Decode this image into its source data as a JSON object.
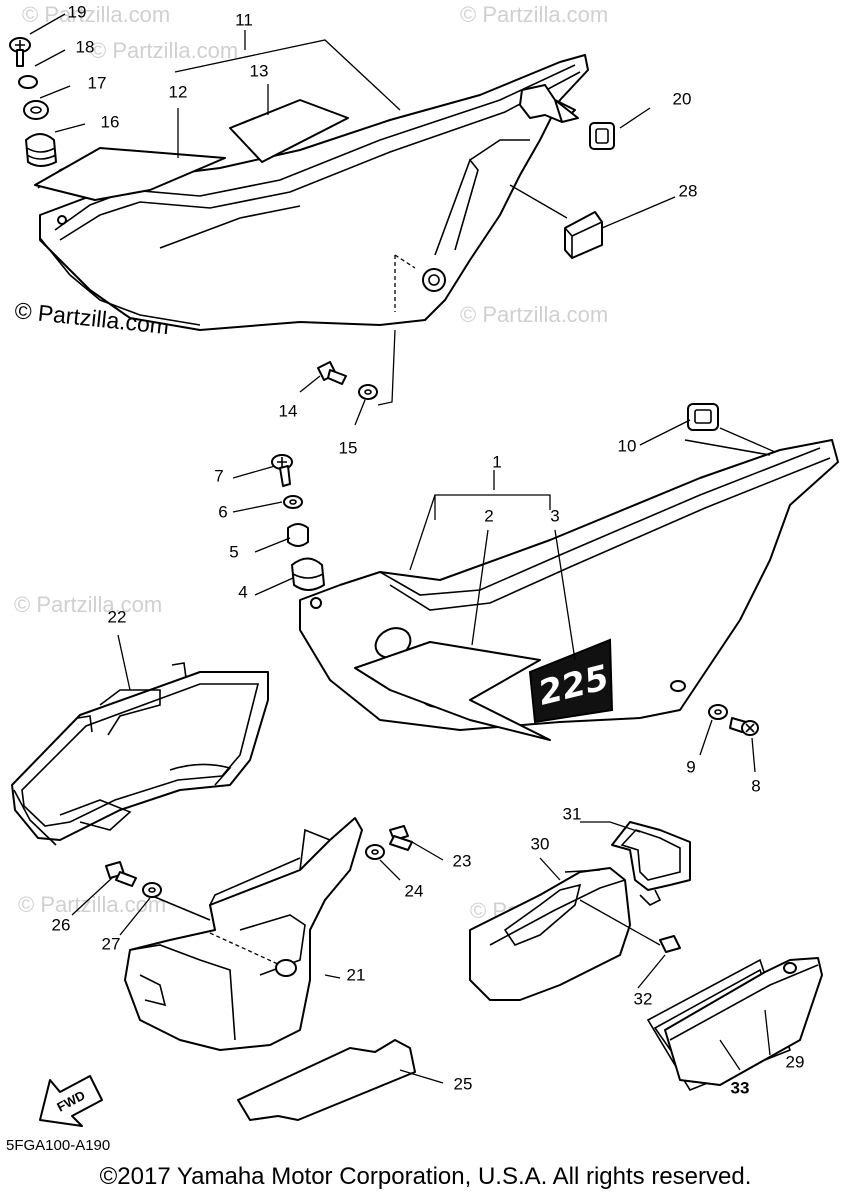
{
  "watermark": {
    "text": "© Partzilla.com"
  },
  "decal_text": "225",
  "fwd_label": "FWD",
  "diagram_code": "5FGA100-A190",
  "copyright": "©2017  Yamaha Motor Corporation, U.S.A. All rights reserved.",
  "callouts": [
    {
      "id": "19",
      "label": "19",
      "bold": false
    },
    {
      "id": "18",
      "label": "18",
      "bold": false
    },
    {
      "id": "17",
      "label": "17",
      "bold": false
    },
    {
      "id": "16",
      "label": "16",
      "bold": false
    },
    {
      "id": "11",
      "label": "11",
      "bold": false
    },
    {
      "id": "13",
      "label": "13",
      "bold": false
    },
    {
      "id": "12",
      "label": "12",
      "bold": false
    },
    {
      "id": "20",
      "label": "20",
      "bold": false
    },
    {
      "id": "28",
      "label": "28",
      "bold": false
    },
    {
      "id": "14",
      "label": "14",
      "bold": false
    },
    {
      "id": "15",
      "label": "15",
      "bold": false
    },
    {
      "id": "10",
      "label": "10",
      "bold": false
    },
    {
      "id": "7",
      "label": "7",
      "bold": false
    },
    {
      "id": "6",
      "label": "6",
      "bold": false
    },
    {
      "id": "5",
      "label": "5",
      "bold": false
    },
    {
      "id": "4",
      "label": "4",
      "bold": false
    },
    {
      "id": "1",
      "label": "1",
      "bold": false
    },
    {
      "id": "2",
      "label": "2",
      "bold": false
    },
    {
      "id": "3",
      "label": "3",
      "bold": false
    },
    {
      "id": "22",
      "label": "22",
      "bold": false
    },
    {
      "id": "9",
      "label": "9",
      "bold": false
    },
    {
      "id": "8",
      "label": "8",
      "bold": false
    },
    {
      "id": "31",
      "label": "31",
      "bold": false
    },
    {
      "id": "30",
      "label": "30",
      "bold": false
    },
    {
      "id": "23",
      "label": "23",
      "bold": false
    },
    {
      "id": "24",
      "label": "24",
      "bold": false
    },
    {
      "id": "26",
      "label": "26",
      "bold": false
    },
    {
      "id": "27",
      "label": "27",
      "bold": false
    },
    {
      "id": "21",
      "label": "21",
      "bold": false
    },
    {
      "id": "32",
      "label": "32",
      "bold": false
    },
    {
      "id": "29",
      "label": "29",
      "bold": false
    },
    {
      "id": "25",
      "label": "25",
      "bold": false
    },
    {
      "id": "33",
      "label": "33",
      "bold": true
    }
  ]
}
